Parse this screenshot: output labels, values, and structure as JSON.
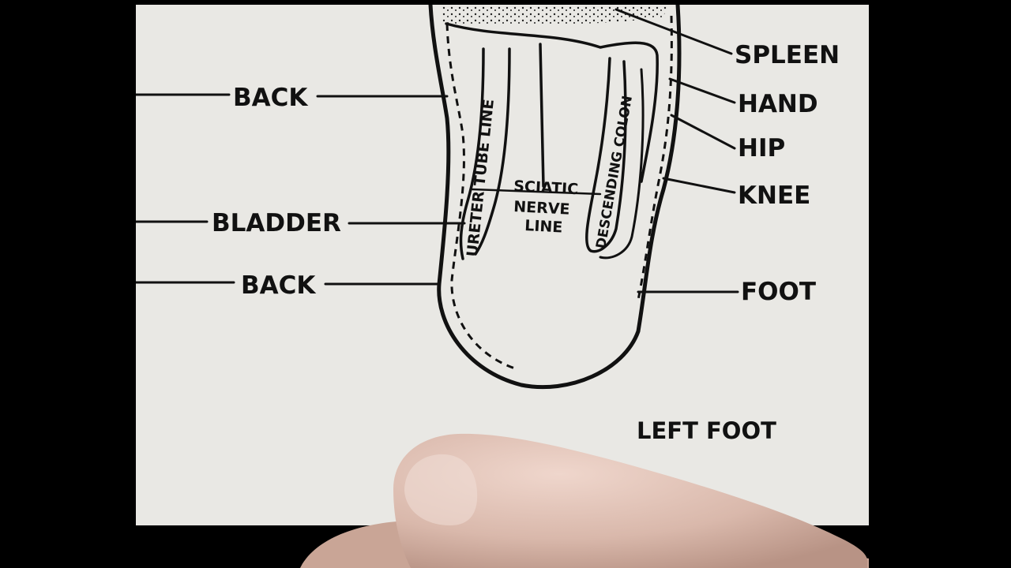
{
  "diagram": {
    "labels_left": [
      "BACK",
      "BLADDER",
      "BACK"
    ],
    "labels_right": [
      "SPLEEN",
      "HAND",
      "HIP",
      "KNEE",
      "FOOT"
    ],
    "inner_labels": {
      "ureter": "URETER TUBE LINE",
      "sciatic_1": "SCIATIC",
      "sciatic_2": "NERVE",
      "sciatic_3": "LINE",
      "colon": "DESCENDING COLON"
    },
    "caption": "LEFT FOOT"
  },
  "colors": {
    "background": "#000000",
    "card": "#e9e8e4",
    "ink": "#111111",
    "finger": "#d9b8ab"
  }
}
